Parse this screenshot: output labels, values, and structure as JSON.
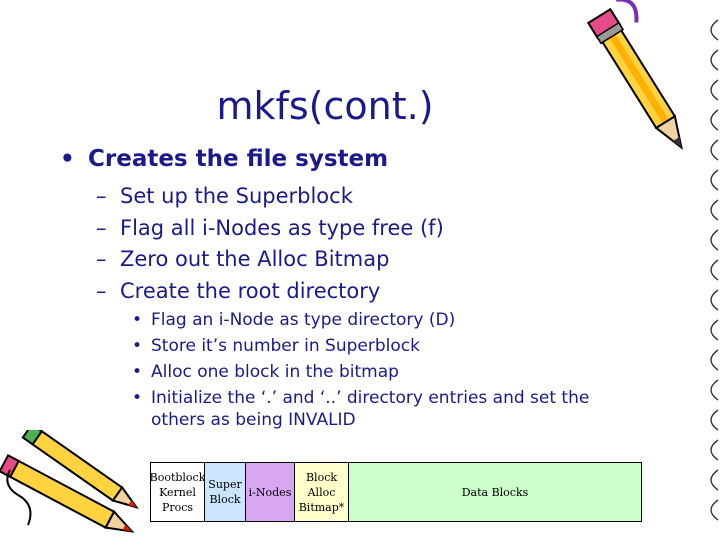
{
  "slide": {
    "title": "mkfs(cont.)",
    "bullet_level1": "Creates the file system",
    "bullet_marker": "•",
    "dash_marker": "–",
    "steps": [
      "Set up the Superblock",
      "Flag all i-Nodes as type free (f)",
      "Zero out the Alloc Bitmap",
      "Create the root directory"
    ],
    "substeps": [
      "Flag an i-Node as type directory (D)",
      "Store it’s number in Superblock",
      "Alloc one block in the bitmap",
      "Initialize the ‘.’ and  ‘..’ directory entries and set the"
    ],
    "substep_continuation": "others as being INVALID"
  },
  "diagram": {
    "cells": [
      {
        "label": "Bootblock\nKernel\nProcs",
        "color": "#ffffff"
      },
      {
        "label": "Super\nBlock",
        "color": "#cce5ff"
      },
      {
        "label": "i-Nodes",
        "color": "#d9a6f2"
      },
      {
        "label": "Block\nAlloc\nBitmap*",
        "color": "#ffffcc"
      },
      {
        "label": "Data Blocks",
        "color": "#ccffcc"
      }
    ]
  },
  "colors": {
    "text": "#1a1a8c",
    "pencil_body": "#ffd23f",
    "pencil_tip": "#cc2200"
  }
}
